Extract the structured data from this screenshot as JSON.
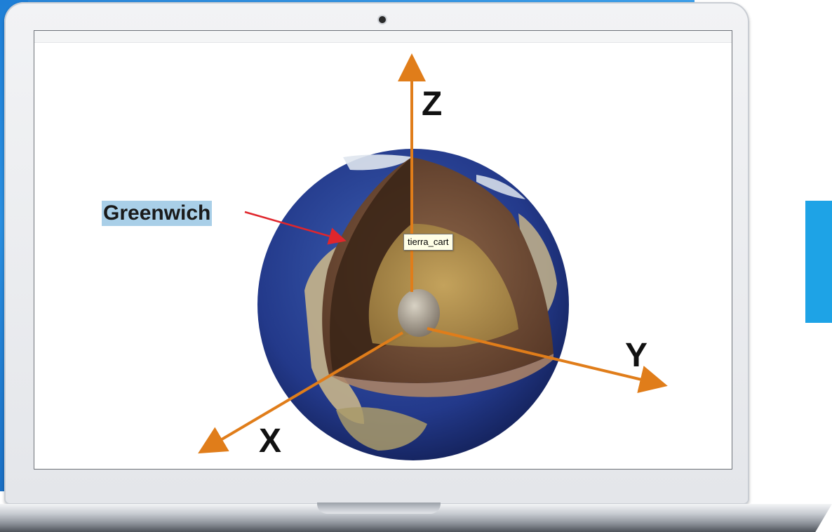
{
  "diagram": {
    "reference_label": "Greenwich",
    "axes": {
      "z": "Z",
      "y": "Y",
      "x": "X"
    },
    "tooltip": "tierra_cart"
  },
  "colors": {
    "axis": "#e07d1a",
    "arrow_pointer": "#e0262c",
    "label_highlight": "#a9cfe8",
    "accent_blue": "#1ea3e6"
  }
}
